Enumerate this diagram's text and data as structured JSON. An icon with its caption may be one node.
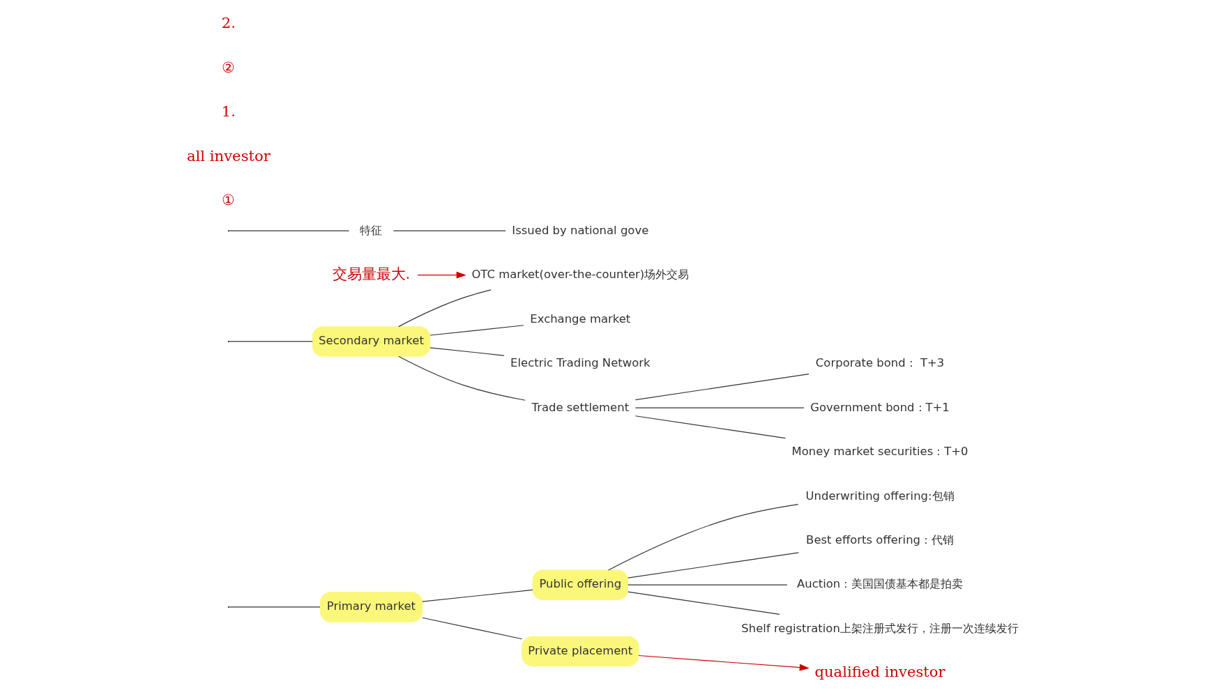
{
  "diagram": {
    "nodes": [
      {
        "text": [
          "Primary market"
        ]
      },
      {
        "text": [
          "Public offering"
        ]
      },
      {
        "text": [
          "Private placement"
        ]
      },
      {
        "text": [
          "Underwriting offering:包销"
        ]
      },
      {
        "text": [
          "Best efforts offering：代销"
        ]
      },
      {
        "text": [
          "Auction：美国国债基本都是拍卖"
        ]
      },
      {
        "text": [
          "Shelf registration上架注册式发行，注册一次连续发行"
        ]
      },
      {
        "text": [
          "Secondary market"
        ]
      },
      {
        "text": [
          "Exchange market"
        ]
      },
      {
        "text": [
          "OTC market(over-the-counter)场外交易"
        ]
      },
      {
        "text": [
          "Electric Trading Network"
        ]
      },
      {
        "text": [
          "Trade settlement"
        ]
      },
      {
        "text": [
          "Corporate bond： T+3"
        ]
      },
      {
        "text": [
          "Government bond：T+1"
        ]
      },
      {
        "text": [
          "Money market securities：T+0"
        ]
      },
      {
        "text": [
          "特征"
        ]
      },
      {
        "text": [
          "Issued by national gove"
        ]
      },
      {
        "text": [
          "qualified investor"
        ]
      },
      {
        "text": [
          "交易量最大."
        ]
      }
    ],
    "edges": [
      {
        "from": null,
        "to": 0,
        "arrow": "none"
      },
      {
        "from": 0,
        "to": 1,
        "arrow": "none"
      },
      {
        "from": 0,
        "to": 2,
        "arrow": "none"
      },
      {
        "from": 1,
        "to": 3,
        "arrow": "none"
      },
      {
        "from": 1,
        "to": 4,
        "arrow": "none"
      },
      {
        "from": 1,
        "to": 5,
        "arrow": "none"
      },
      {
        "from": 1,
        "to": 6,
        "arrow": "none"
      },
      {
        "from": null,
        "to": 7,
        "arrow": "none"
      },
      {
        "from": 7,
        "to": 8,
        "arrow": "none"
      },
      {
        "from": 7,
        "to": 9,
        "arrow": "none"
      },
      {
        "from": 7,
        "to": 10,
        "arrow": "none"
      },
      {
        "from": 7,
        "to": 11,
        "arrow": "none"
      },
      {
        "from": 11,
        "to": 12,
        "arrow": "none"
      },
      {
        "from": 11,
        "to": 13,
        "arrow": "none"
      },
      {
        "from": 11,
        "to": 14,
        "arrow": "none"
      },
      {
        "from": null,
        "to": 15,
        "arrow": "none"
      },
      {
        "from": 15,
        "to": 16,
        "arrow": "none"
      },
      {
        "from": 2,
        "to": 17,
        "arrow": "to",
        "color": "#cc0000"
      },
      {
        "from": 18,
        "to": 9,
        "arrow": "to",
        "color": "#cc0000"
      }
    ],
    "labels": [
      "①",
      "all investor",
      "1.",
      "②",
      "2."
    ]
  }
}
